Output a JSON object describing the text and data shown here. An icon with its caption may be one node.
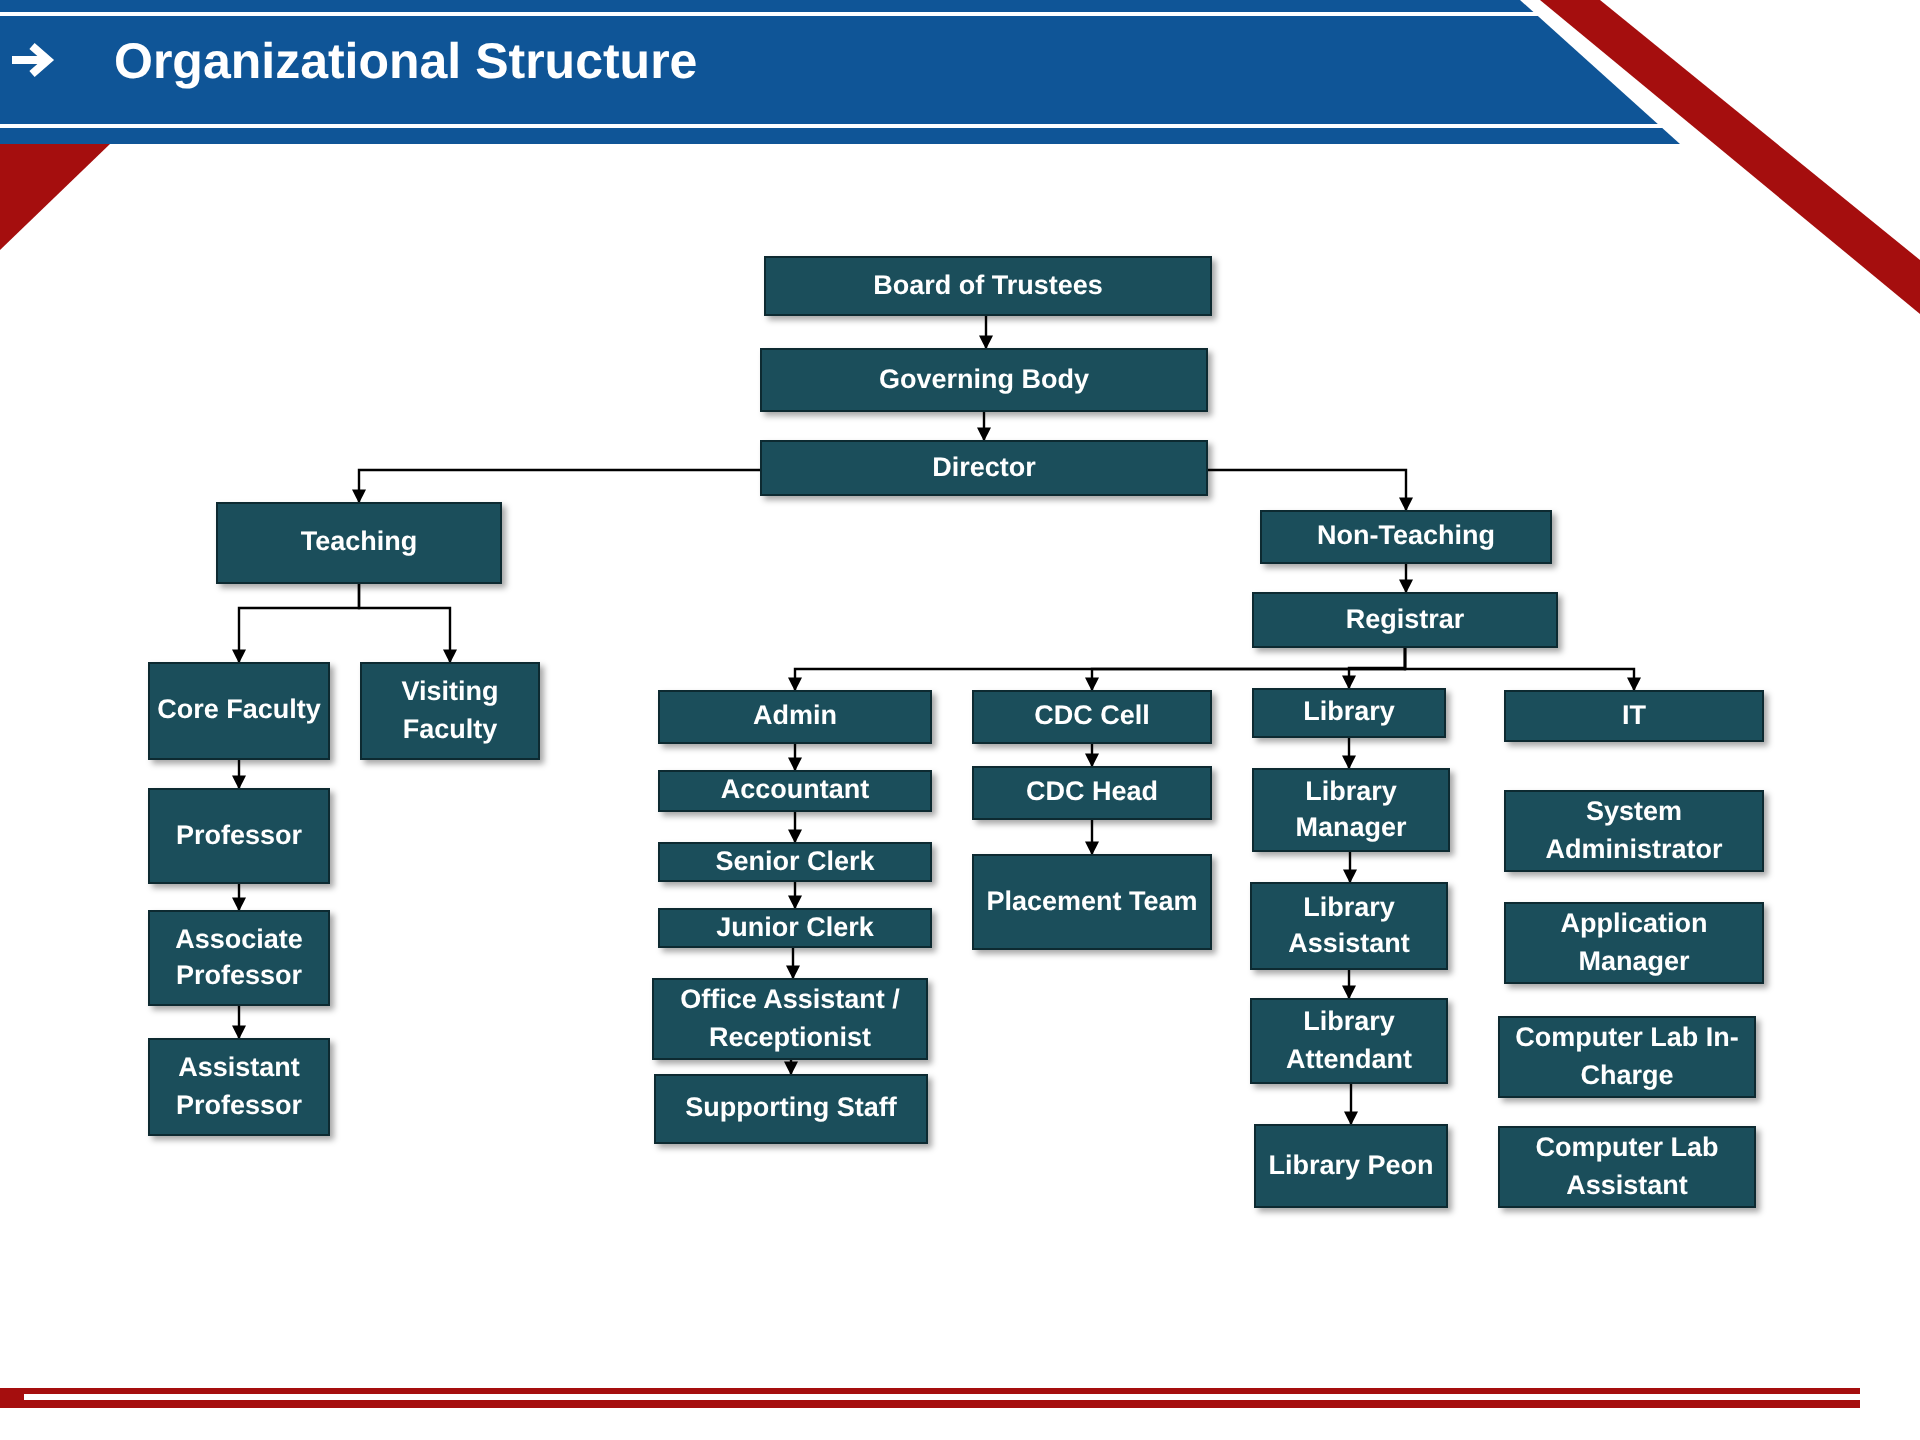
{
  "diagram": {
    "title": "Organizational Structure",
    "nodes": [
      {
        "text": [
          "Board of Trustees"
        ]
      },
      {
        "text": [
          "Governing Body"
        ]
      },
      {
        "text": [
          "Director"
        ]
      },
      {
        "text": [
          "Teaching"
        ]
      },
      {
        "text": [
          "Non-Teaching"
        ]
      },
      {
        "text": [
          "Registrar"
        ]
      },
      {
        "text": [
          "Core Faculty"
        ]
      },
      {
        "text": [
          "Visiting Faculty"
        ]
      },
      {
        "text": [
          "Professor"
        ]
      },
      {
        "text": [
          "Associate Professor"
        ]
      },
      {
        "text": [
          "Assistant Professor"
        ]
      },
      {
        "text": [
          "Admin"
        ]
      },
      {
        "text": [
          "Accountant"
        ]
      },
      {
        "text": [
          "Senior Clerk"
        ]
      },
      {
        "text": [
          "Junior Clerk"
        ]
      },
      {
        "text": [
          "Office Assistant / Receptionist"
        ]
      },
      {
        "text": [
          "Supporting Staff"
        ]
      },
      {
        "text": [
          "CDC Cell"
        ]
      },
      {
        "text": [
          "CDC Head"
        ]
      },
      {
        "text": [
          "Placement Team"
        ]
      },
      {
        "text": [
          "Library"
        ]
      },
      {
        "text": [
          "Library Manager"
        ]
      },
      {
        "text": [
          "Library Assistant"
        ]
      },
      {
        "text": [
          "Library Attendant"
        ]
      },
      {
        "text": [
          "Library Peon"
        ]
      },
      {
        "text": [
          "IT"
        ]
      },
      {
        "text": [
          "System Administrator"
        ]
      },
      {
        "text": [
          "Application Manager"
        ]
      },
      {
        "text": [
          "Computer Lab In-Charge"
        ]
      },
      {
        "text": [
          "Computer Lab Assistant"
        ]
      }
    ],
    "edges": [
      {
        "from": 0,
        "to": 1,
        "arrow": "to"
      },
      {
        "from": 1,
        "to": 2,
        "arrow": "to"
      },
      {
        "from": 2,
        "to": 3,
        "arrow": "to"
      },
      {
        "from": 2,
        "to": 4,
        "arrow": "to"
      },
      {
        "from": 3,
        "to": 6,
        "arrow": "to"
      },
      {
        "from": 3,
        "to": 7,
        "arrow": "to"
      },
      {
        "from": 4,
        "to": 5,
        "arrow": "to"
      },
      {
        "from": 6,
        "to": 8,
        "arrow": "to"
      },
      {
        "from": 8,
        "to": 9,
        "arrow": "to"
      },
      {
        "from": 9,
        "to": 10,
        "arrow": "to"
      },
      {
        "from": 5,
        "to": 11,
        "arrow": "to"
      },
      {
        "from": 5,
        "to": 17,
        "arrow": "to"
      },
      {
        "from": 5,
        "to": 20,
        "arrow": "to"
      },
      {
        "from": 5,
        "to": 25,
        "arrow": "to"
      },
      {
        "from": 11,
        "to": 12,
        "arrow": "to"
      },
      {
        "from": 12,
        "to": 13,
        "arrow": "to"
      },
      {
        "from": 13,
        "to": 14,
        "arrow": "to"
      },
      {
        "from": 14,
        "to": 15,
        "arrow": "to"
      },
      {
        "from": 15,
        "to": 16,
        "arrow": "to"
      },
      {
        "from": 17,
        "to": 18,
        "arrow": "to"
      },
      {
        "from": 18,
        "to": 19,
        "arrow": "to"
      },
      {
        "from": 20,
        "to": 21,
        "arrow": "to"
      },
      {
        "from": 21,
        "to": 22,
        "arrow": "to"
      },
      {
        "from": 22,
        "to": 23,
        "arrow": "to"
      },
      {
        "from": 23,
        "to": 24,
        "arrow": "to"
      }
    ]
  }
}
